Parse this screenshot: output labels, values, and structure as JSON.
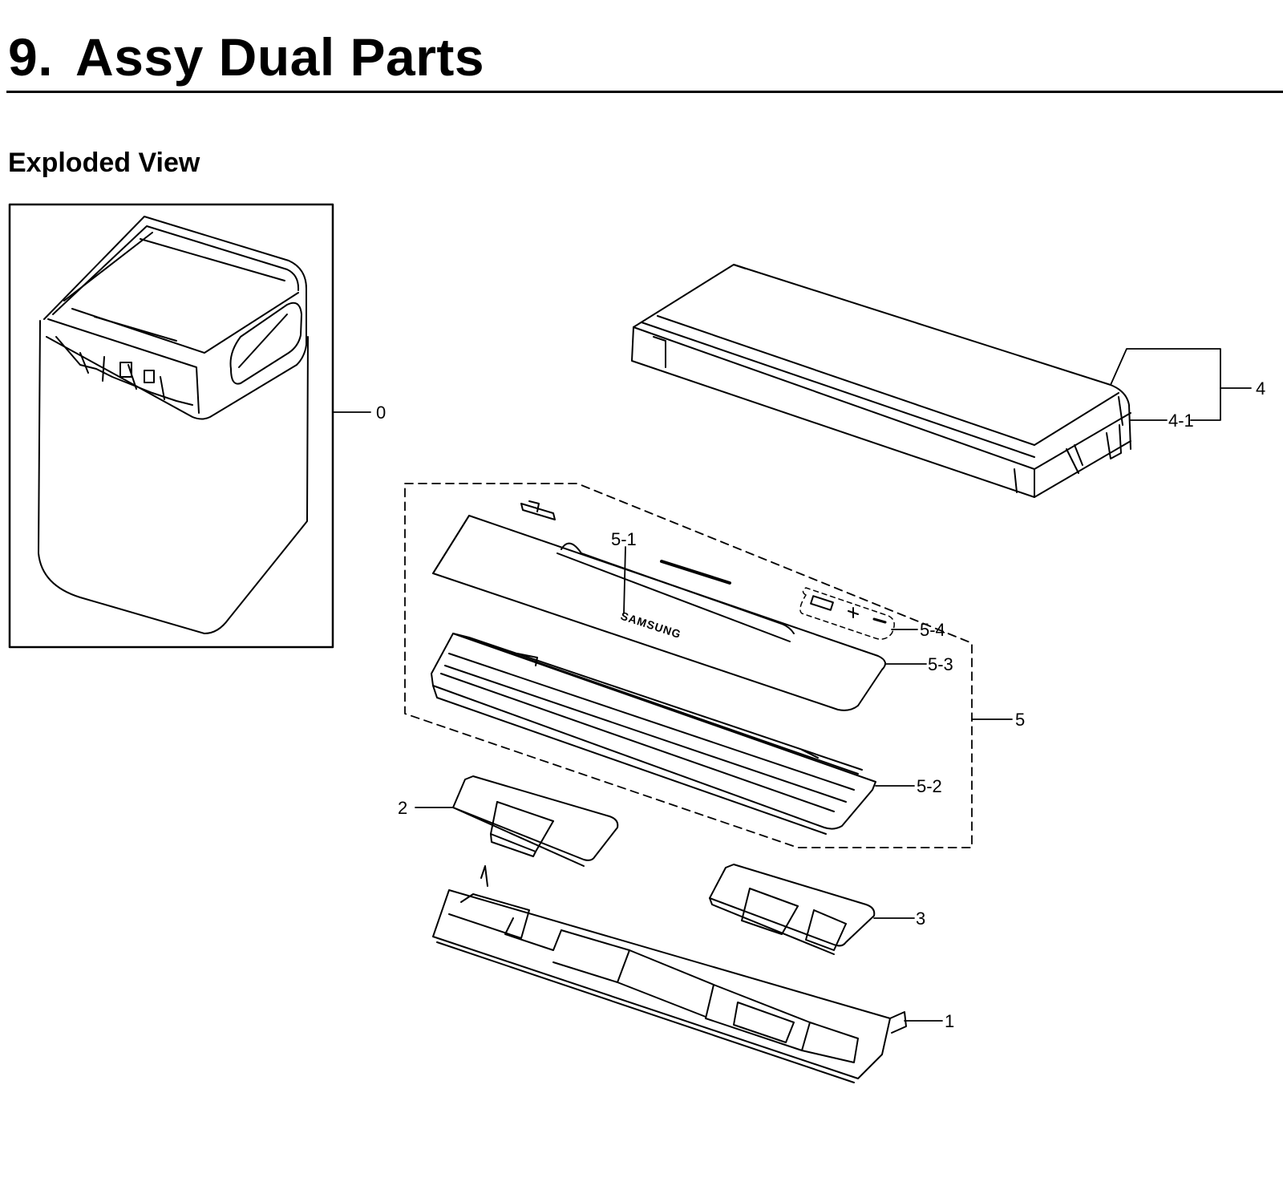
{
  "header": {
    "section_number": "9.",
    "section_title": "Assy Dual Parts"
  },
  "subheader": {
    "title": "Exploded View"
  },
  "diagram": {
    "callouts": {
      "c0": "0",
      "c1": "1",
      "c2": "2",
      "c3": "3",
      "c4": "4",
      "c4_1": "4-1",
      "c5": "5",
      "c5_1": "5-1",
      "c5_2": "5-2",
      "c5_3": "5-3",
      "c5_4": "5-4"
    },
    "brand_mark": "SAMSUNG"
  }
}
